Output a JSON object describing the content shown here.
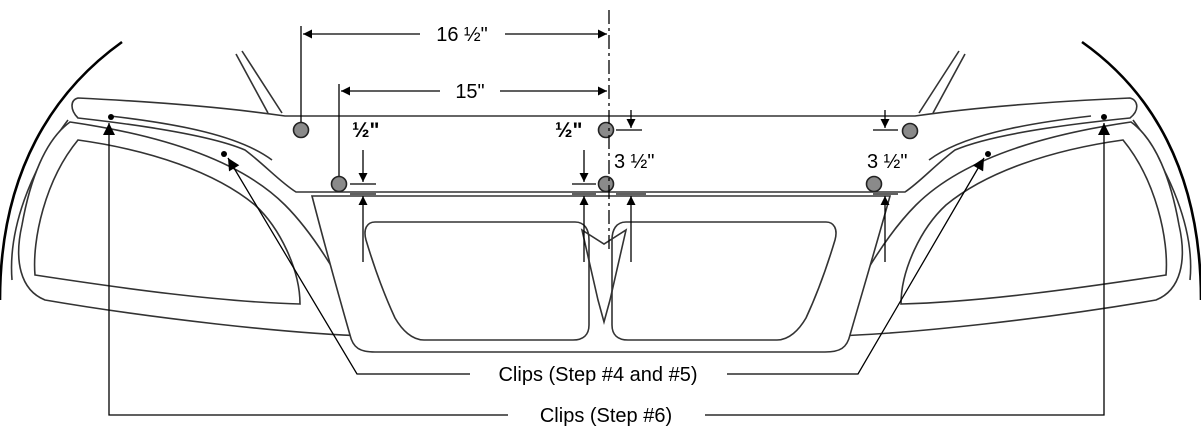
{
  "measurements": {
    "outer_spacing": "16 ½\"",
    "inner_spacing": "15\"",
    "left_offset": "½\"",
    "center_offset": "½\"",
    "center_drop": "3 ½\"",
    "right_drop": "3 ½\""
  },
  "callouts": {
    "inner_clips": "Clips (Step #4 and #5)",
    "outer_clips": "Clips (Step #6)"
  },
  "colors": {
    "mounting_hole": "#8a8a8a",
    "outline": "#333333"
  }
}
